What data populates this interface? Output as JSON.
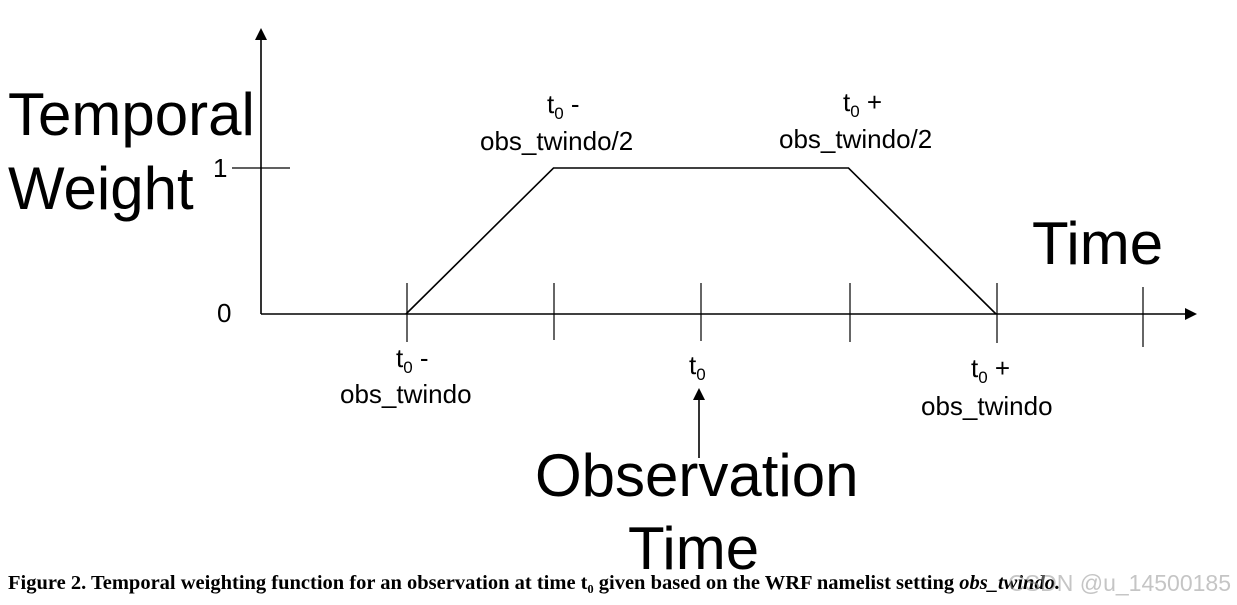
{
  "axes": {
    "ylabel_line1": "Temporal",
    "ylabel_line2": "Weight",
    "xlabel": "Time",
    "ytick_1": "1",
    "ytick_0": "0"
  },
  "chart_data": {
    "type": "line",
    "ylabel": "Temporal Weight",
    "xlabel": "Time",
    "x": [
      -1,
      -0.5,
      0.5,
      1
    ],
    "y": [
      0,
      1,
      1,
      0
    ],
    "yticks": [
      0,
      1
    ],
    "xticks": [
      -1,
      -0.5,
      0,
      0.5,
      1,
      1.5
    ]
  },
  "labels": {
    "left_t": "t",
    "left_sub": "0",
    "left_op": " -",
    "left_line2": "obs_twindo",
    "rise_t": "t",
    "rise_sub": "0",
    "rise_op": " -",
    "rise_line2": "obs_twindo/2",
    "center_t": "t",
    "center_sub": "0",
    "fall_t": "t",
    "fall_sub": "0",
    "fall_op": " +",
    "fall_line2": "obs_twindo/2",
    "right_t": "t",
    "right_sub": "0",
    "right_op": " +",
    "right_line2": "obs_twindo",
    "obs_line1": "Observation",
    "obs_line2": "Time"
  },
  "caption": {
    "text": "Figure 2. Temporal weighting function for an observation at time t₀ given based on the WRF namelist setting ",
    "italic": "obs_twindo."
  },
  "watermark": "CSDN @u_14500185"
}
